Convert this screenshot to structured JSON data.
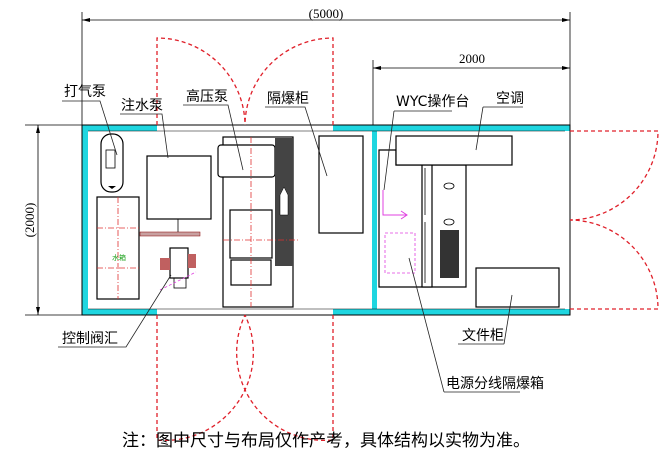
{
  "dimensions": {
    "total_length": "(5000)",
    "control_room_length": "2000",
    "width": "(2000)"
  },
  "labels": {
    "air_pump": "打气泵",
    "water_injection_pump": "注水泵",
    "high_pressure_pump": "高压泵",
    "explosion_proof_cabinet": "隔爆柜",
    "wyc_console": "WYC操作台",
    "air_conditioner": "空调",
    "control_valve_manifold": "控制阀汇",
    "file_cabinet": "文件柜",
    "power_distribution_box": "电源分线隔爆箱",
    "water_tank": "水箱"
  },
  "note": "注：图中尺寸与布局仅作产考，具体结构以实物为准。",
  "colors": {
    "wall": "#1fd6e0",
    "door": "#e0202a",
    "marker": "#e040e0"
  }
}
